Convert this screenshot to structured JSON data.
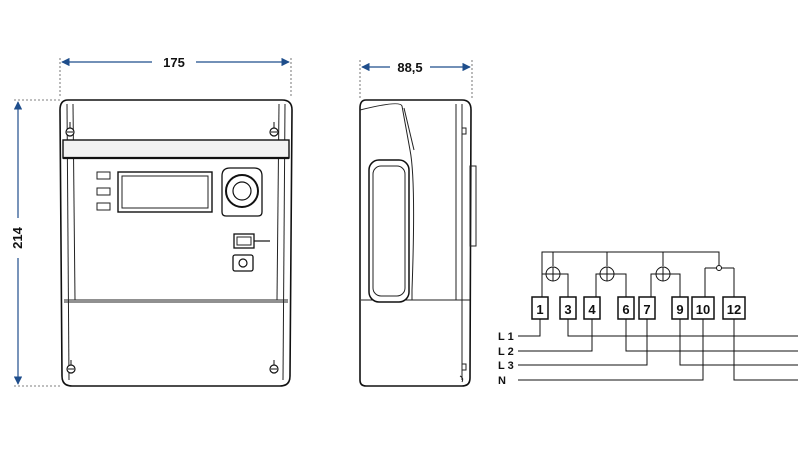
{
  "dimensions": {
    "width": "175",
    "depth": "88,5",
    "height": "214"
  },
  "wiring": {
    "terminals": [
      "1",
      "3",
      "4",
      "6",
      "7",
      "9",
      "10",
      "12"
    ],
    "phases": [
      "L 1",
      "L 2",
      "L 3",
      "N"
    ]
  },
  "colors": {
    "dimension_line": "#1f4e8c",
    "outline": "#111111"
  }
}
